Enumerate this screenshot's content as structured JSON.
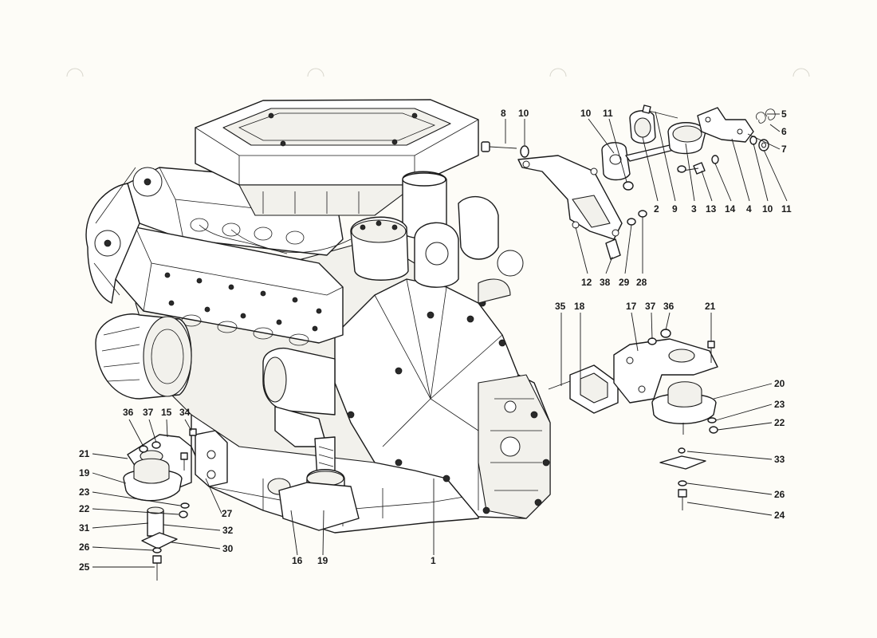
{
  "diagram": {
    "callouts": [
      {
        "id": "c-top-8",
        "label": "8"
      },
      {
        "id": "c-top-10a",
        "label": "10"
      },
      {
        "id": "c-top-10b",
        "label": "10"
      },
      {
        "id": "c-top-11a",
        "label": "11"
      },
      {
        "id": "c-top-5",
        "label": "5"
      },
      {
        "id": "c-top-6",
        "label": "6"
      },
      {
        "id": "c-top-7",
        "label": "7"
      },
      {
        "id": "c-top-2",
        "label": "2"
      },
      {
        "id": "c-top-9",
        "label": "9"
      },
      {
        "id": "c-top-3",
        "label": "3"
      },
      {
        "id": "c-top-13",
        "label": "13"
      },
      {
        "id": "c-top-14",
        "label": "14"
      },
      {
        "id": "c-top-4",
        "label": "4"
      },
      {
        "id": "c-top-10c",
        "label": "10"
      },
      {
        "id": "c-top-11b",
        "label": "11"
      },
      {
        "id": "c-mid-12",
        "label": "12"
      },
      {
        "id": "c-mid-38",
        "label": "38"
      },
      {
        "id": "c-mid-29",
        "label": "29"
      },
      {
        "id": "c-mid-28",
        "label": "28"
      },
      {
        "id": "c-r-35",
        "label": "35"
      },
      {
        "id": "c-r-18",
        "label": "18"
      },
      {
        "id": "c-r-17",
        "label": "17"
      },
      {
        "id": "c-r-37",
        "label": "37"
      },
      {
        "id": "c-r-36",
        "label": "36"
      },
      {
        "id": "c-r-21",
        "label": "21"
      },
      {
        "id": "c-r-20",
        "label": "20"
      },
      {
        "id": "c-r-23",
        "label": "23"
      },
      {
        "id": "c-r-22",
        "label": "22"
      },
      {
        "id": "c-r-33",
        "label": "33"
      },
      {
        "id": "c-r-26",
        "label": "26"
      },
      {
        "id": "c-r-24",
        "label": "24"
      },
      {
        "id": "c-l-36",
        "label": "36"
      },
      {
        "id": "c-l-37",
        "label": "37"
      },
      {
        "id": "c-l-15",
        "label": "15"
      },
      {
        "id": "c-l-34",
        "label": "34"
      },
      {
        "id": "c-l-21",
        "label": "21"
      },
      {
        "id": "c-l-19",
        "label": "19"
      },
      {
        "id": "c-l-23",
        "label": "23"
      },
      {
        "id": "c-l-22",
        "label": "22"
      },
      {
        "id": "c-l-31",
        "label": "31"
      },
      {
        "id": "c-l-32",
        "label": "32"
      },
      {
        "id": "c-l-30",
        "label": "30"
      },
      {
        "id": "c-l-26",
        "label": "26"
      },
      {
        "id": "c-l-25",
        "label": "25"
      },
      {
        "id": "c-l-27",
        "label": "27"
      },
      {
        "id": "c-b-16",
        "label": "16"
      },
      {
        "id": "c-b-19",
        "label": "19"
      },
      {
        "id": "c-b-1",
        "label": "1"
      }
    ]
  },
  "colors": {
    "ink": "#1a1a1a",
    "paper": "#fdfcf7"
  },
  "icons": {
    "binder_holes": "binder-hole-icon"
  }
}
